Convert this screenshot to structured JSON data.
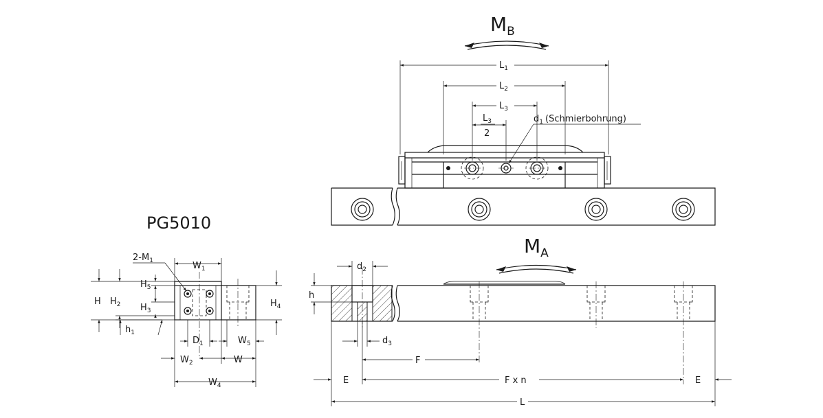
{
  "part_label": "PG5010",
  "moments": {
    "mb": {
      "main": "M",
      "sub": "B"
    },
    "ma": {
      "main": "M",
      "sub": "A"
    }
  },
  "top_view": {
    "dims": {
      "l1": {
        "main": "L",
        "sub": "1"
      },
      "l2": {
        "main": "L",
        "sub": "2"
      },
      "l3": {
        "main": "L",
        "sub": "3"
      },
      "half_l3": {
        "num_main": "L",
        "num_sub": "3",
        "den": "2"
      },
      "d1": {
        "main": "d",
        "sub": "1",
        "note": "(Schmierbohrung)"
      }
    }
  },
  "side_view": {
    "dims": {
      "d2": {
        "main": "d",
        "sub": "2"
      },
      "d3": {
        "main": "d",
        "sub": "3"
      },
      "h": "h",
      "f": "F",
      "e_left": "E",
      "fxn": "F x n",
      "e_right": "E",
      "l": "L"
    }
  },
  "end_view": {
    "dims": {
      "m1": {
        "prefix": "2-M",
        "sub": "1"
      },
      "w1": {
        "main": "W",
        "sub": "1"
      },
      "h5": {
        "main": "H",
        "sub": "5"
      },
      "h": "H",
      "h2": {
        "main": "H",
        "sub": "2"
      },
      "h3": {
        "main": "H",
        "sub": "3"
      },
      "h4": {
        "main": "H",
        "sub": "4"
      },
      "h1": {
        "main": "h",
        "sub": "1"
      },
      "d1": {
        "main": "D",
        "sub": "1"
      },
      "w5": {
        "main": "W",
        "sub": "5"
      },
      "w2": {
        "main": "W",
        "sub": "2"
      },
      "w": "W",
      "w4": {
        "main": "W",
        "sub": "4"
      }
    }
  },
  "colors": {
    "line": "#1a1a1a",
    "background": "#ffffff"
  }
}
